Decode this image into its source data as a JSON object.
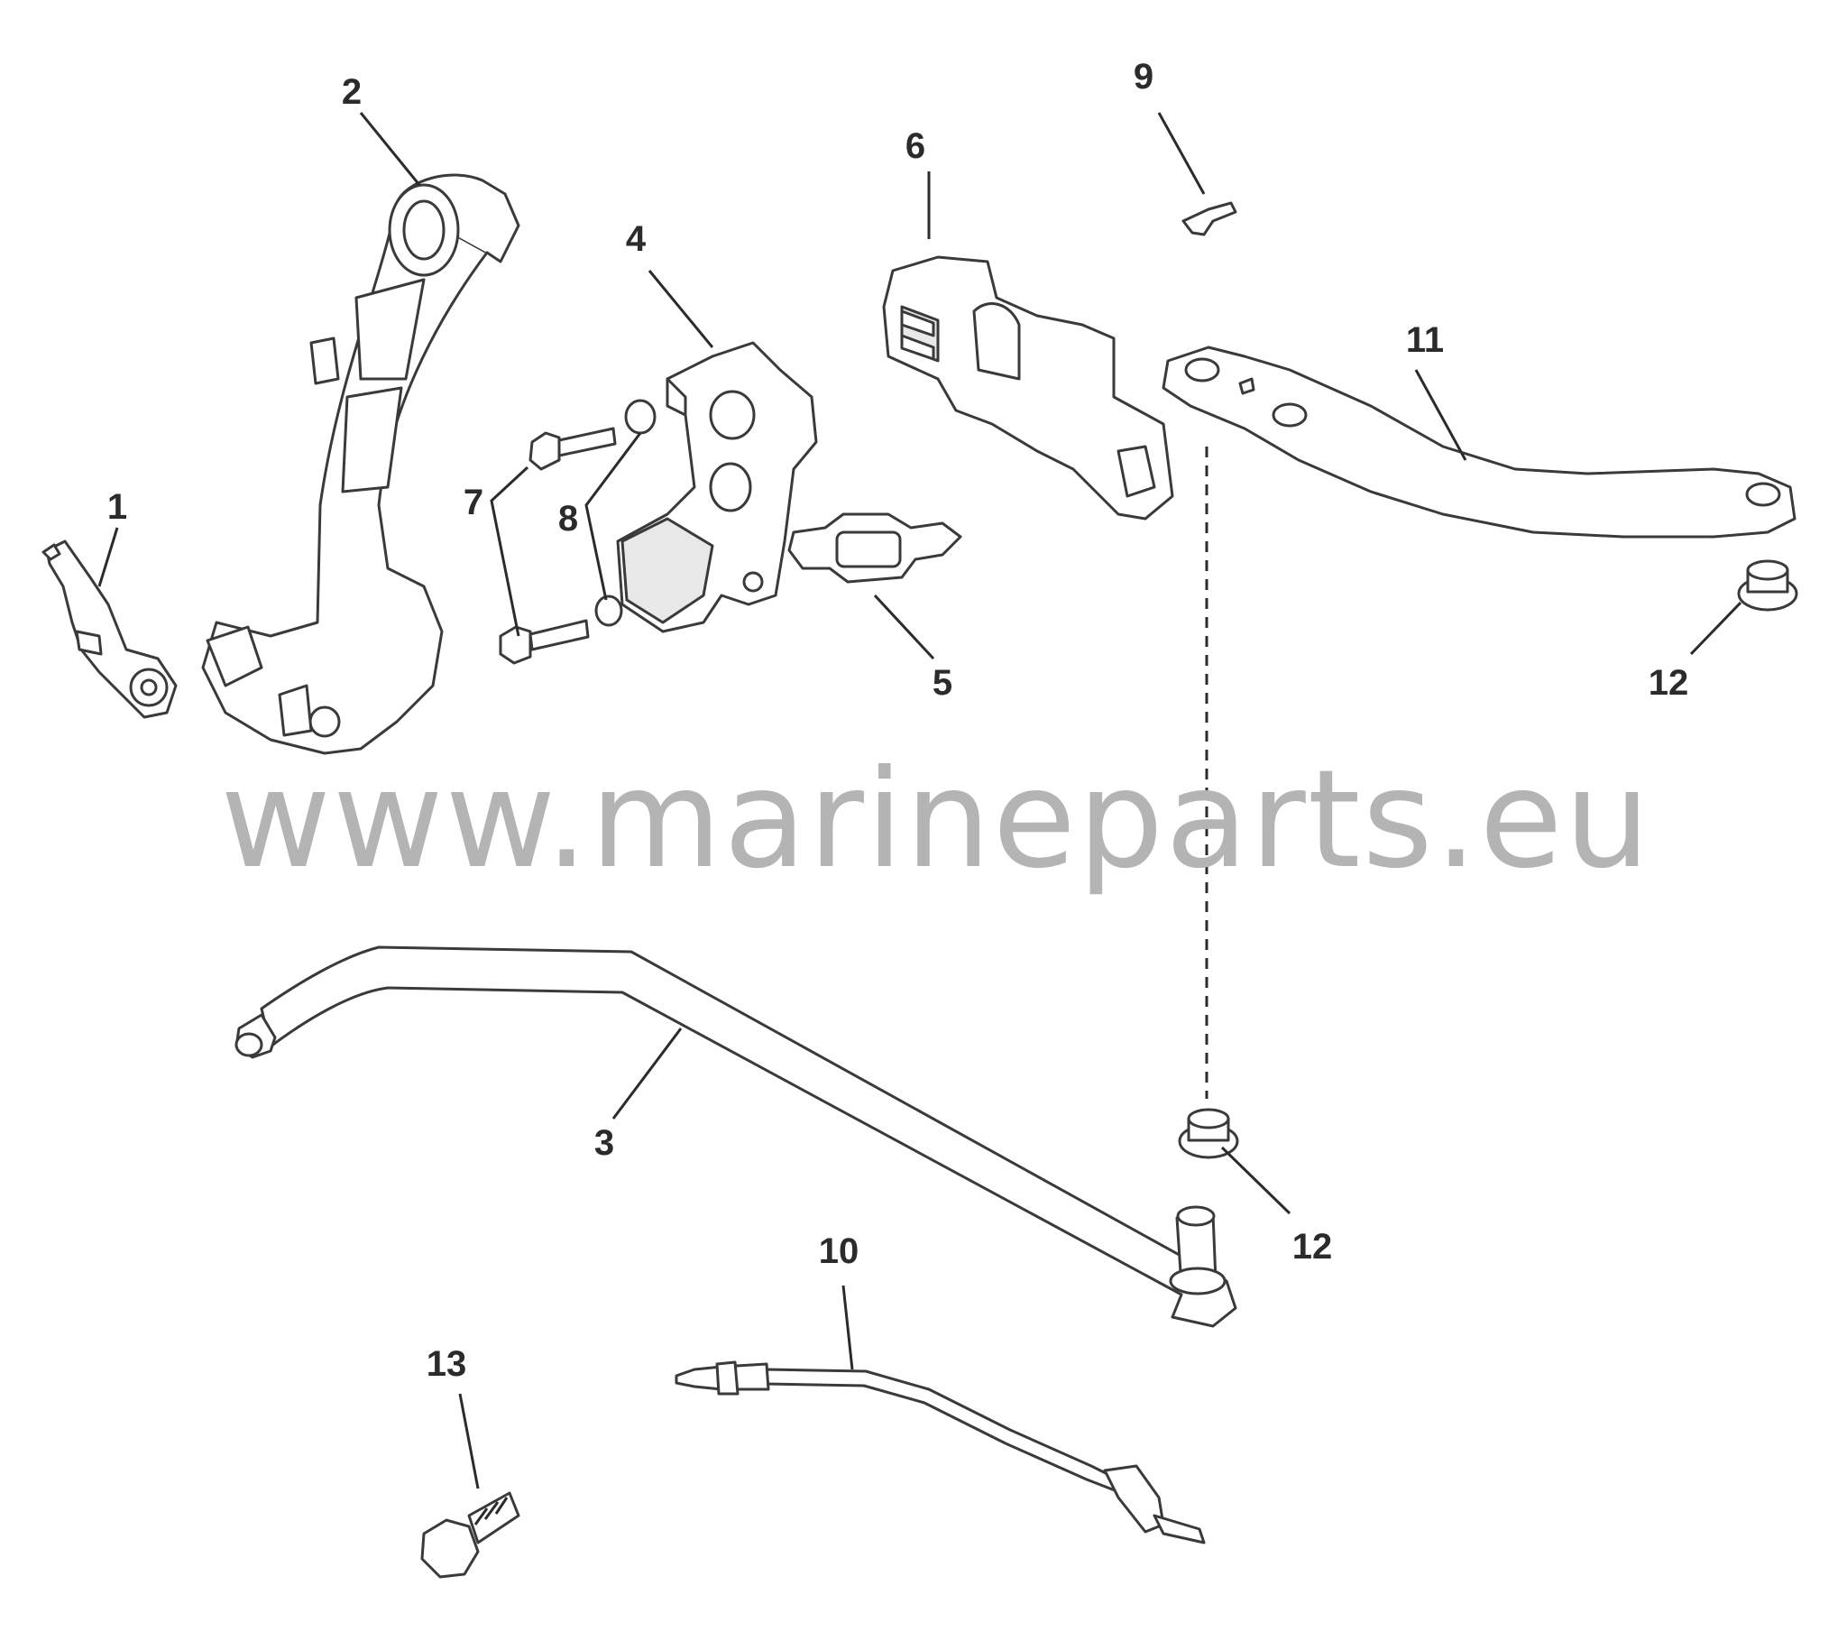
{
  "watermark": "www.marineparts.eu",
  "callouts": {
    "c1": "1",
    "c2": "2",
    "c3": "3",
    "c4": "4",
    "c5": "5",
    "c6": "6",
    "c7": "7",
    "c8": "8",
    "c9": "9",
    "c10": "10",
    "c11": "11",
    "c12a": "12",
    "c12b": "12",
    "c13": "13"
  },
  "colors": {
    "line": "#3a3a3a",
    "watermark": "#b4b4b4",
    "background": "#ffffff"
  }
}
